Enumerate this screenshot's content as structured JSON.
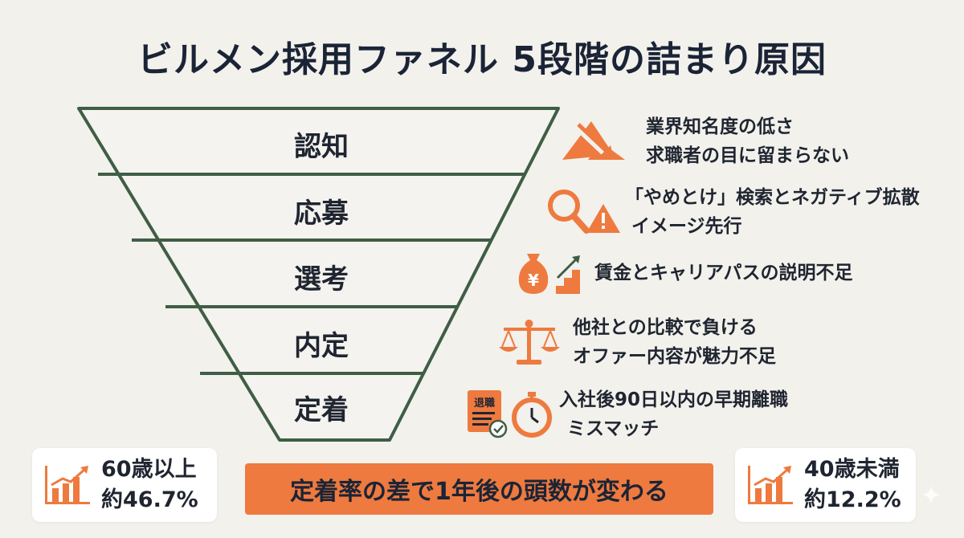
{
  "title": "ビルメン採用ファネル 5段階の詰まり原因",
  "funnel": {
    "stages": [
      "認知",
      "応募",
      "選考",
      "内定",
      "定着"
    ]
  },
  "causes": [
    {
      "stage": "認知",
      "icon": "declining-triangle-icon",
      "lines": [
        "業界知名度の低さ",
        "求職者の目に留まらない"
      ]
    },
    {
      "stage": "応募",
      "icon": "magnifier-warning-icon",
      "lines": [
        "「やめとけ」検索とネガティブ拡散",
        "イメージ先行"
      ]
    },
    {
      "stage": "選考",
      "icon": "yen-bag-stairs-icon",
      "lines": [
        "賃金とキャリアパスの説明不足"
      ]
    },
    {
      "stage": "内定",
      "icon": "balance-scale-icon",
      "lines": [
        "他社との比較で負ける",
        "オファー内容が魅力不足"
      ]
    },
    {
      "stage": "定着",
      "icon": "resignation-stopwatch-icon",
      "icon_text": "退職",
      "lines": [
        "入社後90日以内の早期離職",
        "ミスマッチ"
      ]
    }
  ],
  "stats": {
    "left": {
      "label": "60歳以上",
      "value": "約46.7%",
      "icon": "bar-chart-up-icon"
    },
    "right": {
      "label": "40歳未満",
      "value": "約12.2%",
      "icon": "bar-chart-up-icon"
    }
  },
  "banner": "定着率の差で1年後の頭数が変わる",
  "colors": {
    "background": "#f2f1ec",
    "funnel_line": "#3f5e45",
    "accent": "#ee7a3f",
    "text": "#1f2530"
  }
}
